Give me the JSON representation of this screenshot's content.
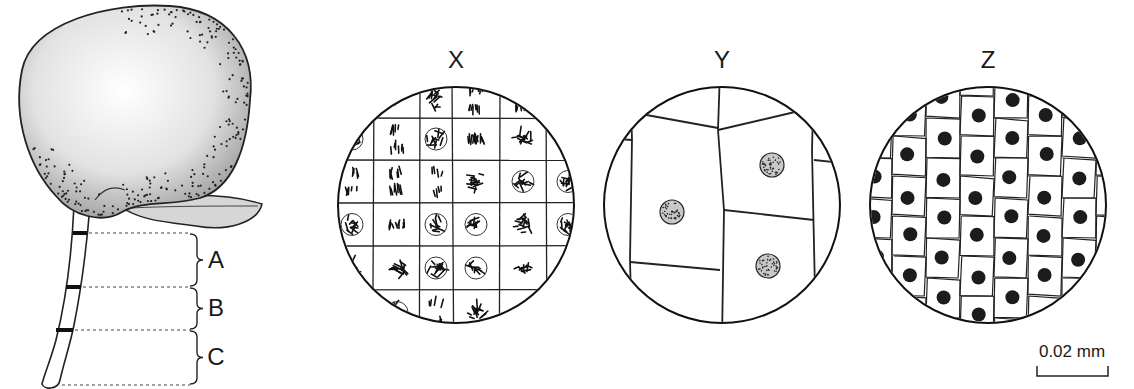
{
  "diagram": {
    "labels": [
      "A",
      "B",
      "C",
      "X",
      "Y",
      "Z",
      "0.02 mm"
    ]
  }
}
